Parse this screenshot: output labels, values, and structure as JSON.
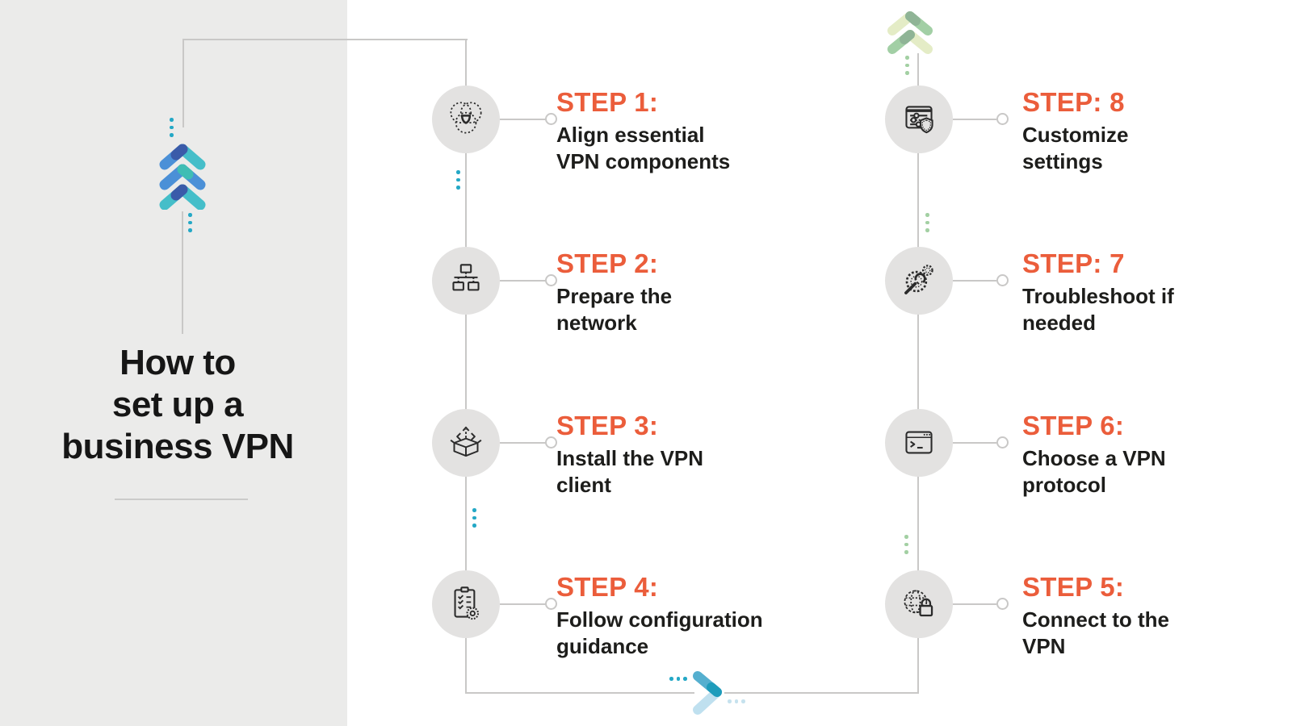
{
  "title": {
    "lines": [
      "How to",
      "set up a",
      "business VPN"
    ]
  },
  "steps": [
    {
      "label": "STEP 1:",
      "line1": "Align essential",
      "line2": "VPN components",
      "icon": "venn-diagram-icon"
    },
    {
      "label": "STEP 2:",
      "line1": "Prepare the",
      "line2": "network",
      "icon": "network-topology-icon"
    },
    {
      "label": "STEP 3:",
      "line1": "Install the VPN",
      "line2": "client",
      "icon": "install-box-icon"
    },
    {
      "label": "STEP 4:",
      "line1": "Follow configuration",
      "line2": "guidance",
      "icon": "checklist-gear-icon"
    },
    {
      "label": "STEP 5:",
      "line1": "Connect to the",
      "line2": "VPN",
      "icon": "globe-lock-icon"
    },
    {
      "label": "STEP 6:",
      "line1": "Choose a VPN",
      "line2": "protocol",
      "icon": "terminal-icon"
    },
    {
      "label": "STEP: 7",
      "line1": "Troubleshoot if",
      "line2": "needed",
      "icon": "wrench-gears-icon"
    },
    {
      "label": "STEP: 8",
      "line1": "Customize",
      "line2": "settings",
      "icon": "settings-shield-icon"
    }
  ],
  "decor": {
    "left_logo": "triple-chevron-up-logo",
    "top_right_logo": "double-chevron-up-green-logo",
    "bottom_logo": "chevron-right-blue-logo"
  },
  "colors": {
    "accent_orange": "#EB5D3B",
    "panel_gray": "#EBEBEA",
    "circle_gray": "#E3E2E1",
    "connector_gray": "#C9C8C7",
    "text_black": "#1D1D1B",
    "teal": "#24A8C6",
    "logo_blue": "#4B90D7",
    "logo_navy": "#3A5BA9",
    "logo_teal": "#45BEC9",
    "logo_green": "#A2CFA5",
    "logo_pale_green": "#E4ECC6",
    "logo_light_blue": "#BFE0EF"
  }
}
